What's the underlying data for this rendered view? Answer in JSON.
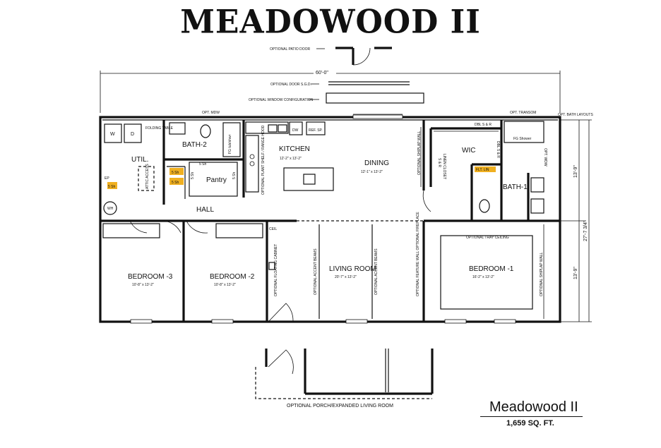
{
  "title": "MEADOWOOD II",
  "callouts": {
    "patio_door": "OPTIONAL PATIO DOOR",
    "width_dim": "60'-0\"",
    "door_sgd": "OPTIONAL DOOR S.G.D.",
    "window_config": "OPTIONAL WINDOW CONFIGURATION",
    "opt_mdw": "OPT. MDW",
    "opt_transom": "OPT. TRANSOM",
    "opt_bath_layouts": "OPT. BATH LAYOUTS",
    "porch": "OPTIONAL PORCH/EXPANDED LIVING ROOM",
    "tray_ceiling": "OPTIONAL TRAY CEILING",
    "dim_top_right": "13'-9\"",
    "dim_total": "27'-7 3/4\"",
    "dim_bottom_right": "13'-9\""
  },
  "rooms": {
    "util": "UTIL.",
    "bath2": "BATH-2",
    "kitchen": "KITCHEN",
    "kitchen_dim": "12'-2\" x 13'-2\"",
    "dining": "DINING",
    "dining_dim": "12'-1\" x 13'-2\"",
    "wic": "WIC",
    "bath1": "BATH-1",
    "pantry": "Pantry",
    "hall": "HALL",
    "bedroom3": "BEDROOM -3",
    "bedroom3_dim": "10'-8\" x 13'-2\"",
    "bedroom2": "BEDROOM -2",
    "bedroom2_dim": "10'-8\" x 13'-2\"",
    "living": "LIVING ROOM",
    "living_dim": "20'-7\" x 13'-2\"",
    "bedroom1": "BEDROOM -1",
    "bedroom1_dim": "16'-2\" x 13'-2\""
  },
  "fixtures": {
    "washer": "W",
    "dryer": "D",
    "folding_table": "FOLDING TABLE",
    "attic_access": "ATTIC ACCESS",
    "ep": "EP",
    "wh": "WH",
    "shelf_util": "5 Sh",
    "shelf_a": "5 Sh",
    "shelf_b": "5 Sh",
    "shelf_c": "5 Sh",
    "shelf_d": "5 Sh",
    "shelf_top": "5 Sh",
    "fg_tub": "FG tub/shwr",
    "dw": "DW",
    "ref_sp": "REF. SP.",
    "optional_plant_shelf": "OPTIONAL PLANT SHELF / RANGE HOOD",
    "opt_shiplap_wall_dining": "OPTIONAL SHIPLAP WALL",
    "sr": "S & R",
    "linen_closet": "LINEN CLOSET",
    "dbl_sr_top": "DBL S & R",
    "dbl_sr_side": "DBL S & R",
    "fg_shower": "FG Shower",
    "opt_wdw": "OPT. WDW",
    "flt_lin": "FLT. LIN",
    "ceil": "CEIL",
    "optional_floating_cabinet": "OPTIONAL FLOATING CABINET",
    "optional_accent_beams_1": "OPTIONAL ACCENT BEAMS",
    "optional_accent_beams_2": "OPTIONAL ACCENT BEAMS",
    "optional_feature_wall": "OPTIONAL FEATURE WALL OPTIONAL FIREPLACE",
    "optional_shiplap_wall_br1": "OPTIONAL SHIPLAP WALL"
  },
  "caption": {
    "name": "Meadowood II",
    "sqft": "1,659 SQ. FT."
  }
}
